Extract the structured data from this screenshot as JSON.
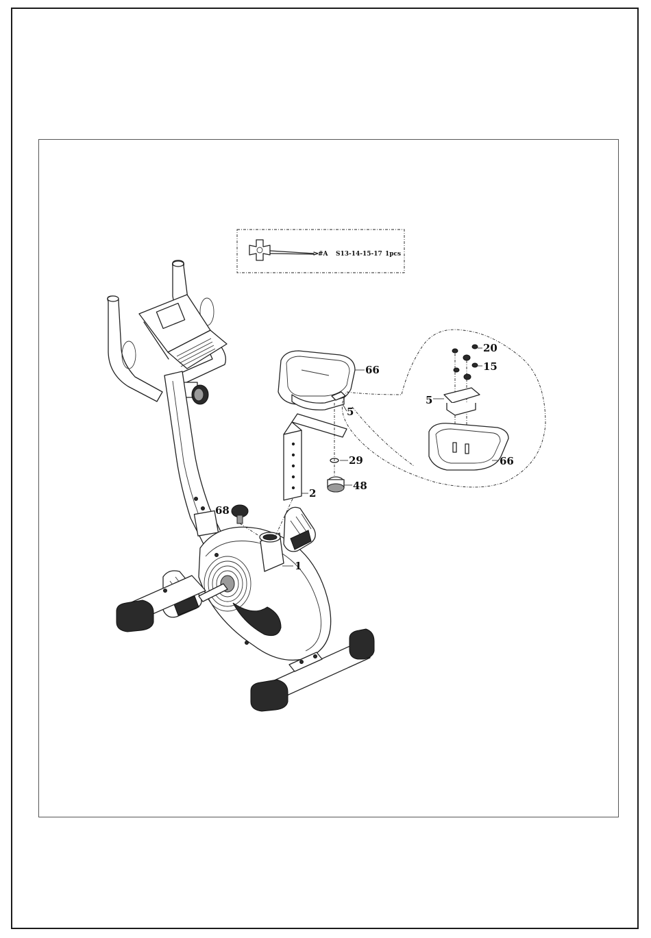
{
  "tool": {
    "marker": "#A",
    "code": "S13-14-15-17",
    "qty": "1pcs"
  },
  "callouts": {
    "seat": "66",
    "seat_bracket": "5",
    "seat_post": "2",
    "washer": "29",
    "knob": "48",
    "adjust_knob": "68",
    "main_frame": "1",
    "detail_nut": "20",
    "detail_washer": "15",
    "detail_bracket": "5",
    "detail_seat": "66"
  }
}
